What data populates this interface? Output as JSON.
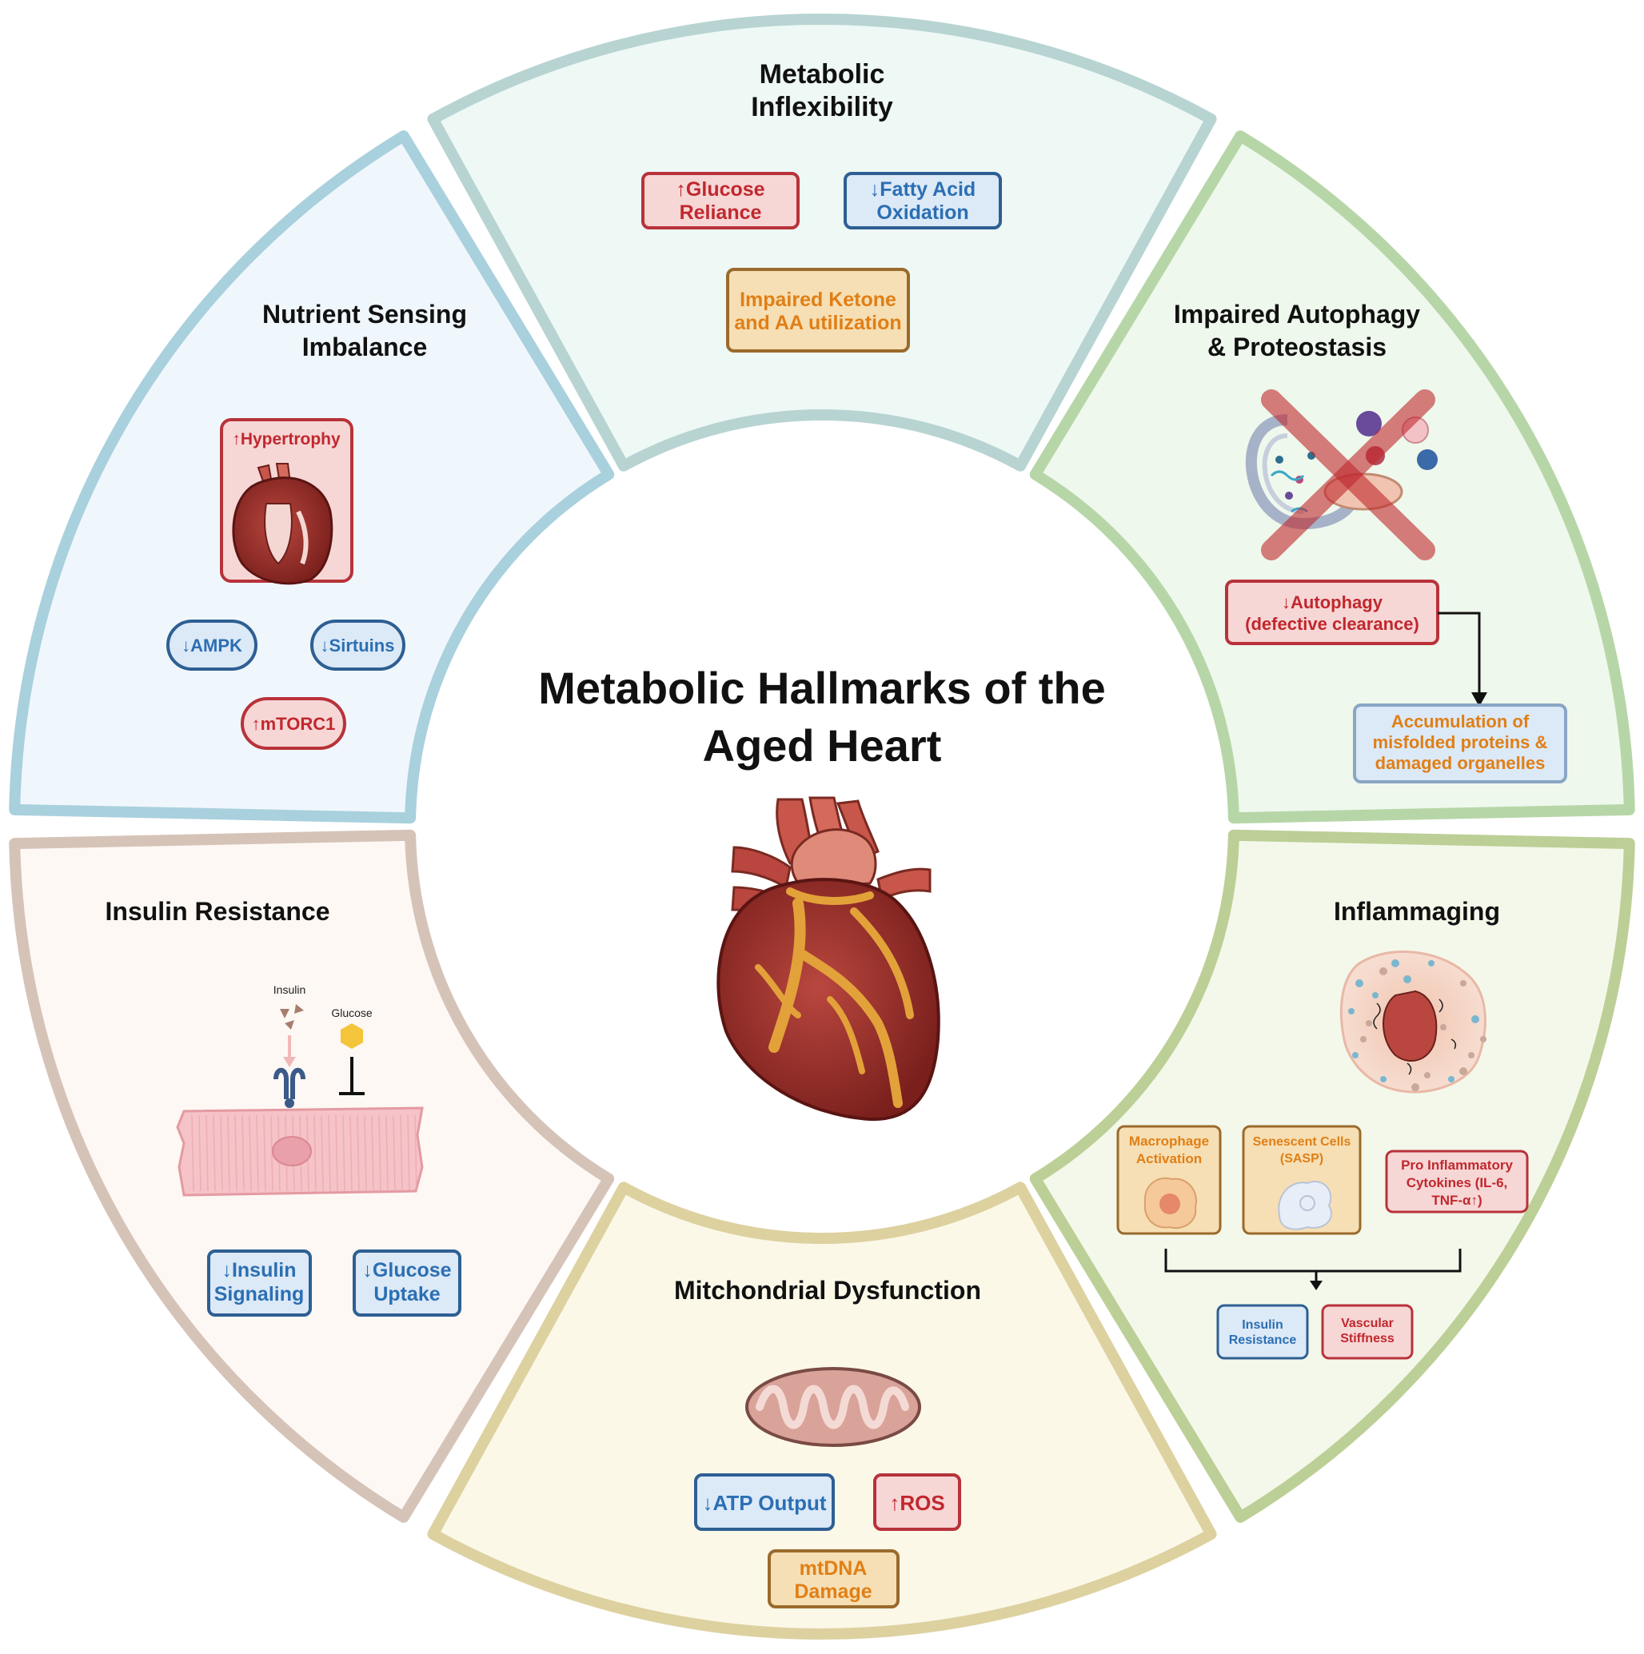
{
  "center": {
    "title_line1": "Metabolic Hallmarks of the",
    "title_line2": "Aged Heart"
  },
  "colors": {
    "red_text": "#c0282d",
    "red_fill": "#f7d6d6",
    "red_stroke": "#b8323a",
    "blue_text": "#2b6fb3",
    "blue_fill": "#dce9f7",
    "blue_stroke": "#2e5f93",
    "orange_text": "#e07f16",
    "orange_fill": "#f6dfb4",
    "orange_stroke": "#9a6a2c"
  },
  "segments": {
    "metabolic_inflexibility": {
      "title_line1": "Metabolic",
      "title_line2": "Inflexibility",
      "glucose": [
        "↑Glucose",
        "Reliance"
      ],
      "fatty_acid": [
        "↓Fatty Acid",
        "Oxidation"
      ],
      "ketone": [
        "Impaired Ketone",
        "and AA utilization"
      ]
    },
    "nutrient_sensing": {
      "title_line1": "Nutrient Sensing",
      "title_line2": "Imbalance",
      "hypertrophy": "↑Hypertrophy",
      "ampk": "↓AMPK",
      "sirtuins": "↓Sirtuins",
      "mtorc1": "↑mTORC1"
    },
    "autophagy": {
      "title_line1": "Impaired Autophagy",
      "title_line2": "& Proteostasis",
      "autophagy_box": [
        "↓Autophagy",
        "(defective clearance)"
      ],
      "accumulation_box": [
        "Accumulation of",
        "misfolded proteins &",
        "damaged organelles"
      ]
    },
    "insulin_resistance": {
      "title": "Insulin Resistance",
      "insulin_label": "Insulin",
      "glucose_label": "Glucose",
      "signaling": [
        "↓Insulin",
        "Signaling"
      ],
      "uptake": [
        "↓Glucose",
        "Uptake"
      ]
    },
    "inflammaging": {
      "title": "Inflammaging",
      "macrophage": [
        "Macrophage",
        "Activation"
      ],
      "senescent": [
        "Senescent Cells",
        "(SASP)"
      ],
      "cytokines": [
        "Pro Inflammatory",
        "Cytokines (IL-6,",
        "TNF-α↑)"
      ],
      "insulin_res": [
        "Insulin",
        "Resistance"
      ],
      "vascular": [
        "Vascular",
        "Stiffness"
      ]
    },
    "mitochondrial": {
      "title": "Mitchondrial Dysfunction",
      "atp": "↓ATP Output",
      "ros": "↑ROS",
      "mtdna": [
        "mtDNA",
        "Damage"
      ]
    }
  }
}
